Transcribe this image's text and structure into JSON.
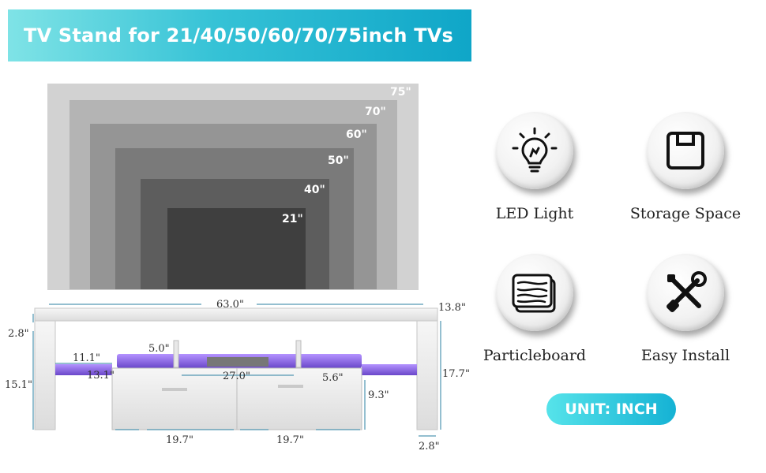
{
  "title": "TV Stand for 21/40/50/60/70/75inch TVs",
  "screen_sizes": [
    "75\"",
    "70\"",
    "60\"",
    "50\"",
    "40\"",
    "21\""
  ],
  "features": [
    {
      "label": "LED Light",
      "icon": "light-bulb-icon"
    },
    {
      "label": "Storage Space",
      "icon": "storage-box-icon"
    },
    {
      "label": "Particleboard",
      "icon": "wood-board-icon"
    },
    {
      "label": "Easy Install",
      "icon": "tools-icon"
    }
  ],
  "unit_badge": "UNIT: INCH",
  "dimensions": {
    "length": "63.0\"",
    "depth": "13.8\"",
    "top_thickness": "2.8\"",
    "shelf_width": "11.1\"",
    "glass_gap": "5.0\"",
    "side_depth": "13.1\"",
    "middle_shelf": "27.0\"",
    "side_gap": "5.6\"",
    "leg_height": "15.1\"",
    "total_height": "17.7\"",
    "drawer_height": "9.3\"",
    "drawer_left": "19.7\"",
    "drawer_right": "19.7\"",
    "leg_width": "2.8\""
  },
  "colors": {
    "accent": "#1fb3d2",
    "led": "#8a62e0"
  }
}
